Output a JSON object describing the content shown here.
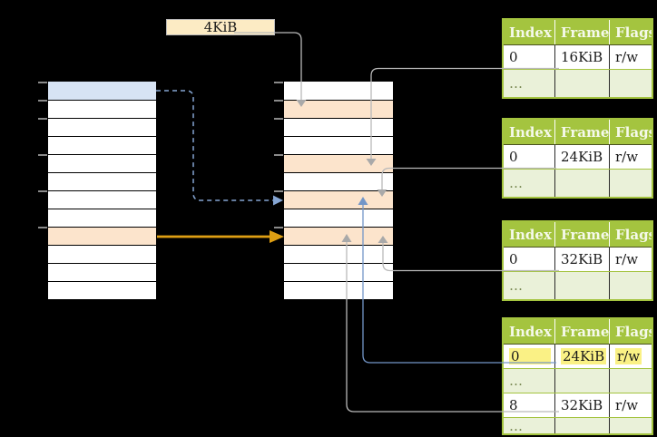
{
  "colors": {
    "background": "#000000",
    "row-white": "#FFFFFF",
    "row-blue": "#D7E3F4",
    "row-orange": "#FCE4CC",
    "table-green": "#A4C43F",
    "table-green-light": "#EAF1D9",
    "header-text": "#F5F9EA",
    "label-bg": "#FCEBC4",
    "gray-line": "#B9B9B9",
    "gray-arrow": "#A9A9A9",
    "gold": "#DF9F13",
    "blue-solid": "#7396C8",
    "blue-dashed": "#85A5D3",
    "highlight-yellow": "#FAF185",
    "tick-gray": "#8A8A8A",
    "cell-text": "#1A1A1A",
    "dots-text": "#76864F"
  },
  "size_label": {
    "text": "4KiB"
  },
  "virtual_memory_column": {
    "rows": 12,
    "row_styles": {
      "0": "blue",
      "8": "orange"
    },
    "tick_offsets": [
      0,
      20,
      40,
      80,
      120,
      160
    ]
  },
  "physical_memory_column": {
    "rows": 12,
    "row_styles": {
      "1": "orange",
      "4": "orange",
      "6": "orange",
      "8": "orange"
    },
    "tick_offsets": [
      0,
      20,
      40,
      80,
      120,
      160
    ]
  },
  "page_tables": {
    "headers": [
      "Index",
      "Frame",
      "Flags"
    ],
    "tables": [
      {
        "rows": [
          {
            "cells": [
              "0",
              "16KiB",
              "r/w"
            ]
          },
          {
            "cells": [
              "…",
              "",
              ""
            ],
            "dots": true
          }
        ]
      },
      {
        "rows": [
          {
            "cells": [
              "0",
              "24KiB",
              "r/w"
            ]
          },
          {
            "cells": [
              "…",
              "",
              ""
            ],
            "dots": true
          }
        ]
      },
      {
        "rows": [
          {
            "cells": [
              "0",
              "32KiB",
              "r/w"
            ]
          },
          {
            "cells": [
              "…",
              "",
              ""
            ],
            "dots": true
          }
        ]
      },
      {
        "rows": [
          {
            "cells": [
              "0",
              "24KiB",
              "r/w"
            ],
            "highlight": true
          },
          {
            "cells": [
              "…",
              "",
              ""
            ],
            "dots": true
          },
          {
            "cells": [
              "8",
              "32KiB",
              "r/w"
            ]
          },
          {
            "cells": [
              "…",
              "",
              ""
            ],
            "dots": true
          }
        ]
      }
    ]
  },
  "connections": [
    {
      "from": "size-label",
      "to": "physical-row-1",
      "style": "gray"
    },
    {
      "from": "page-table-1-row-0",
      "to": "physical-row-4",
      "style": "gray"
    },
    {
      "from": "page-table-2-row-0",
      "to": "physical-row-6",
      "style": "gray"
    },
    {
      "from": "page-table-3-row-0",
      "to": "physical-row-8",
      "style": "gray"
    },
    {
      "from": "page-table-4-row-0",
      "to": "physical-row-6",
      "style": "blue-solid"
    },
    {
      "from": "page-table-4-row-8",
      "to": "physical-row-8",
      "style": "gray"
    },
    {
      "from": "virtual-row-0",
      "to": "physical-row-6",
      "style": "blue-dashed"
    },
    {
      "from": "virtual-row-8",
      "to": "physical-row-8",
      "style": "gold"
    }
  ]
}
